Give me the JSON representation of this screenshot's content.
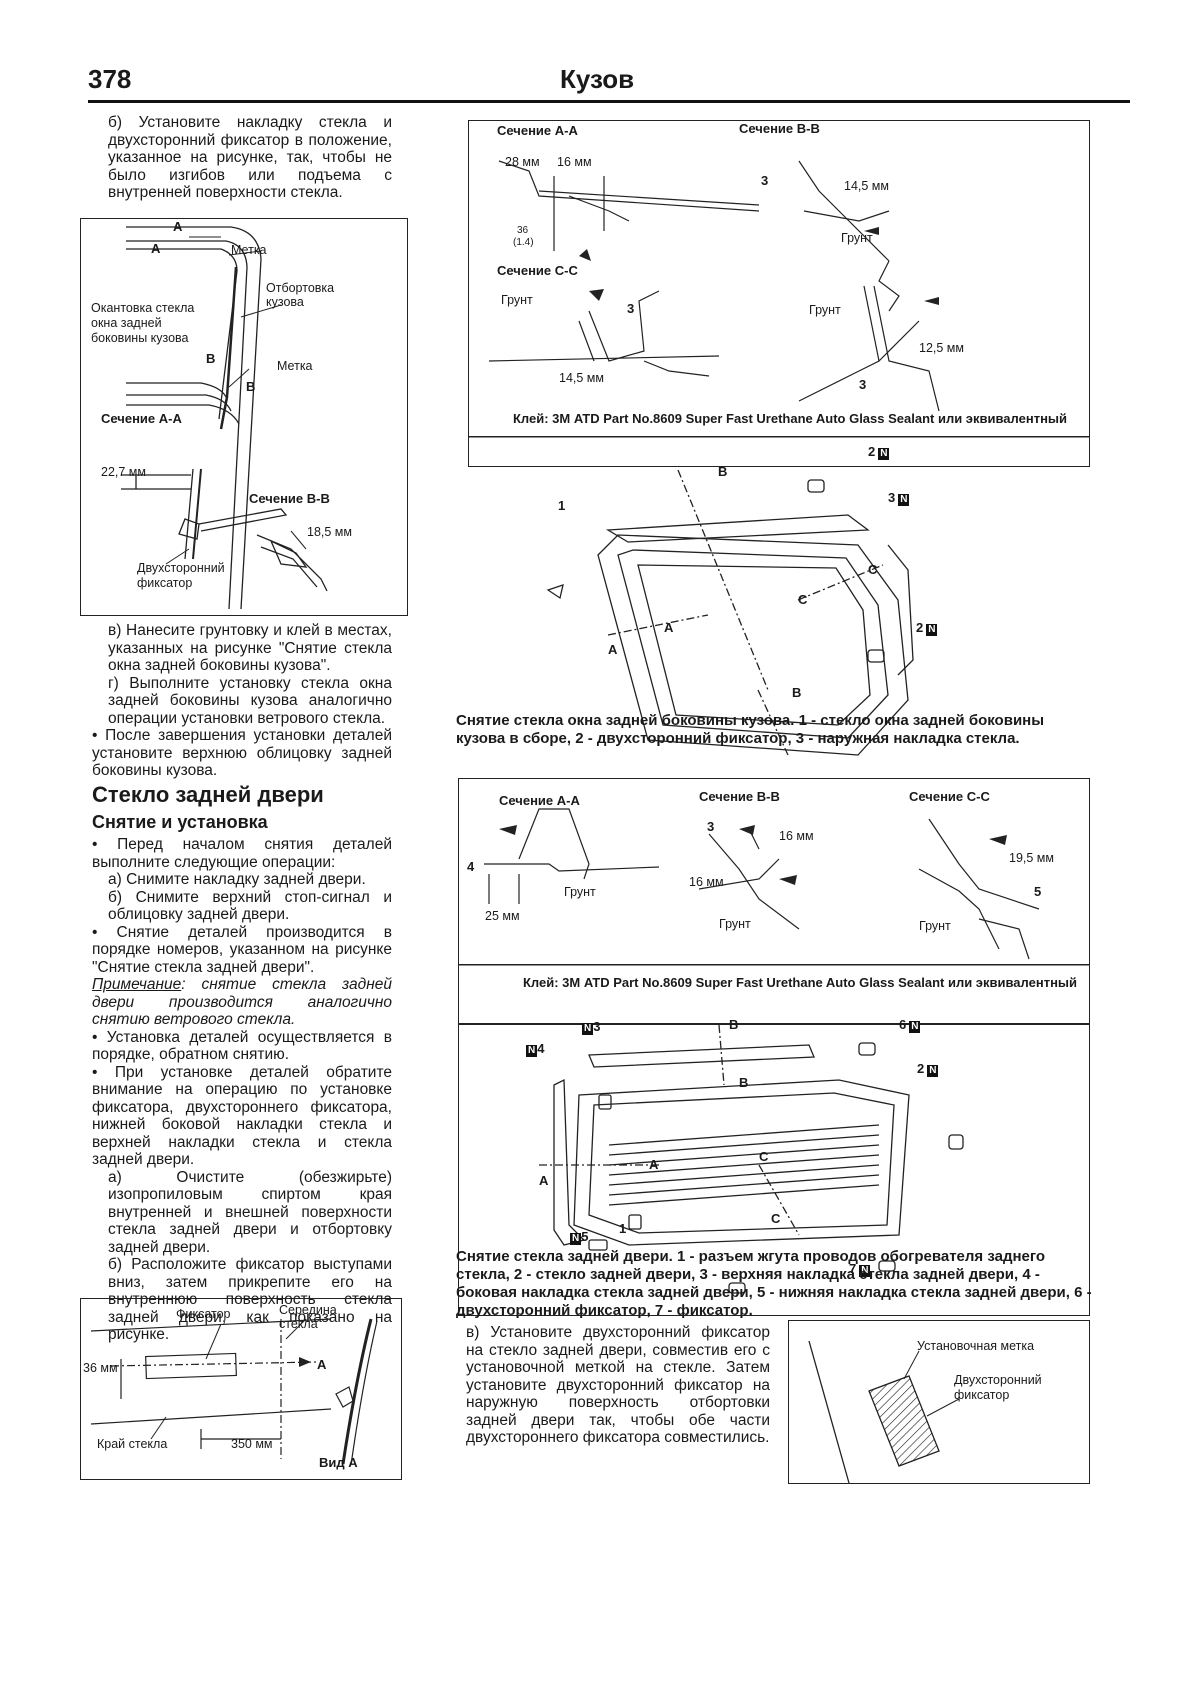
{
  "header": {
    "page_number": "378",
    "section_title": "Кузов"
  },
  "left_col": {
    "para_b1": "б) Установите накладку стекла и двухсторонний фиксатор в положение, указанное на рисунке, так, чтобы не было изгибов или подъема с внутренней поверхности стекла.",
    "fig1": {
      "lbl_A_top": "А",
      "lbl_A_mid": "А",
      "lbl_metka1": "Метка",
      "lbl_otbortovka": "Отбортовка кузова",
      "lbl_okantovka": "Окантовка стекла окна задней боковины кузова",
      "lbl_B1": "В",
      "lbl_B2": "В",
      "lbl_metka2": "Метка",
      "lbl_section_aa": "Сечение А-А",
      "lbl_227": "22,7 мм",
      "lbl_section_bb": "Сечение В-В",
      "lbl_185": "18,5 мм",
      "lbl_fixator": "Двухсторонний фиксатор"
    },
    "para_v": "в) Нанесите грунтовку и клей в местах, указанных на рисунке \"Снятие стекла окна задней боковины кузова\".",
    "para_g": "г) Выполните установку стекла окна задней боковины кузова аналогично операции установки ветрового стекла.",
    "bullet_after": "• После завершения установки деталей установите верхнюю облицовку задней боковины кузова.",
    "section_heading": "Стекло задней двери",
    "sub_heading": "Снятие и установка",
    "bullet_before": "• Перед началом снятия деталей выполните следующие операции:",
    "step_a1": "а) Снимите накладку задней двери.",
    "step_b1": "б) Снимите верхний стоп-сигнал и облицовку задней двери.",
    "bullet_order": "• Снятие деталей производится в порядке номеров, указанном на рисунке \"Снятие стекла задней двери\".",
    "note_label": "Примечание",
    "note_text": ": снятие стекла задней двери производится аналогично снятию ветрового стекла.",
    "bullet_install": "• Установка деталей осуществляется в порядке, обратном снятию.",
    "bullet_attention": "• При установке деталей обратите внимание на операцию по установке фиксатора, двухстороннего фиксатора, нижней боковой накладки стекла и верхней накладки стекла и стекла задней двери.",
    "step_a2": "а) Очистите (обезжирьте) изопропиловым спиртом края внутренней и внешней поверхности стекла задней двери и отбортовку задней двери.",
    "step_b2": "б) Расположите фиксатор выступами вниз, затем прикрепите его на внутреннюю поверхность стекла задней двери, как показано на рисунке.",
    "fig_bottom": {
      "lbl_fixator": "Фиксатор",
      "lbl_seredina": "Середина стекла",
      "lbl_36": "36 мм",
      "lbl_A": "А",
      "lbl_kray": "Край стекла",
      "lbl_350": "350 мм",
      "lbl_vid_a": "Вид А"
    }
  },
  "right_col": {
    "fig_top": {
      "sec_aa": "Сечение А-А",
      "sec_bb": "Сечение В-В",
      "sec_cc": "Сечение С-С",
      "lbl_28": "28 мм",
      "lbl_16": "16 мм",
      "lbl_36": "36",
      "lbl_14": "(1.4)",
      "lbl_145a": "14,5 мм",
      "lbl_3a": "3",
      "lbl_grunt1": "Грунт",
      "lbl_grunt2": "Грунт",
      "lbl_3b": "3",
      "lbl_145b": "14,5 мм",
      "lbl_grunt3": "Грунт",
      "lbl_125": "12,5 мм",
      "lbl_3c": "3",
      "glue": "Клей: 3М ATD Part No.8609 Super Fast Urethane Auto Glass Sealant или эквивалентный"
    },
    "fig_side": {
      "lbl_B_top": "В",
      "lbl_2": "2",
      "lbl_1": "1",
      "lbl_3": "3",
      "lbl_C1": "С",
      "lbl_C2": "С",
      "lbl_A1": "А",
      "lbl_A2": "А",
      "lbl_2b": "2",
      "lbl_B_bot": "В",
      "badge_n": "N"
    },
    "caption_side": "Снятие стекла окна задней боковины кузова. 1 - стекло окна задней боковины кузова в сборе, 2 - двухсторонний фиксатор, 3 - наружная накладка стекла.",
    "fig_door_sections": {
      "sec_aa": "Сечение А-А",
      "sec_bb": "Сечение В-В",
      "sec_cc": "Сечение С-С",
      "lbl_4": "4",
      "lbl_25": "25 мм",
      "lbl_grunt1": "Грунт",
      "lbl_3": "3",
      "lbl_16a": "16 мм",
      "lbl_16b": "16 мм",
      "lbl_grunt2": "Грунт",
      "lbl_195": "19,5 мм",
      "lbl_5": "5",
      "lbl_grunt3": "Грунт",
      "glue": "Клей: 3М ATD Part No.8609 Super Fast Urethane Auto Glass Sealant или эквивалентный"
    },
    "fig_door": {
      "lbl_B": "В",
      "lbl_3": "3",
      "lbl_6": "6",
      "lbl_4": "4",
      "lbl_B2": "В",
      "lbl_2": "2",
      "lbl_A1": "А",
      "lbl_A2": "А",
      "lbl_C1": "С",
      "lbl_C2": "С",
      "lbl_5": "5",
      "lbl_1": "1",
      "lbl_7": "7"
    },
    "caption_door": "Снятие стекла задней двери. 1 - разъем жгута проводов обогревателя заднего стекла, 2 - стекло задней двери, 3 - верхняя накладка стекла задней двери, 4 - боковая накладка стекла задней двери, 5 - нижняя накладка стекла задней двери, 6 - двухсторонний фиксатор, 7 - фиксатор.",
    "para_v2": "в) Установите двухсторонний фиксатор на стекло задней двери, совместив его с установочной меткой на стекле. Затем установите двухсторонний фиксатор на наружную поверхность отбортовки задней двери так, чтобы обе части двухстороннего фиксатора совместились.",
    "fig_mark": {
      "lbl_metka": "Установочная метка",
      "lbl_fixator": "Двухсторонний фиксатор"
    }
  }
}
